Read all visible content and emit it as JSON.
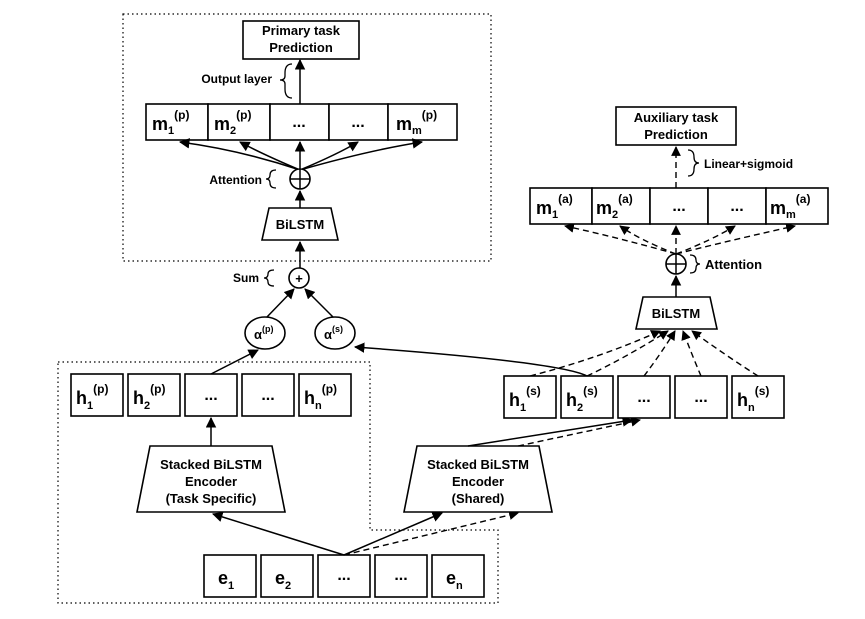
{
  "primary": {
    "prediction_line1": "Primary task",
    "prediction_line2": "Prediction",
    "output_layer_label": "Output layer",
    "attention_label": "Attention",
    "bilstm_label": "BiLSTM",
    "memory": [
      {
        "base": "m",
        "sub": "1",
        "sup": "(p)"
      },
      {
        "base": "m",
        "sub": "2",
        "sup": "(p)"
      },
      {
        "text": "..."
      },
      {
        "text": "..."
      },
      {
        "base": "m",
        "sub": "m",
        "sup": "(p)"
      }
    ]
  },
  "auxiliary": {
    "prediction_line1": "Auxiliary task",
    "prediction_line2": "Prediction",
    "output_label": "Linear+sigmoid",
    "attention_label": "Attention",
    "bilstm_label": "BiLSTM",
    "memory": [
      {
        "base": "m",
        "sub": "1",
        "sup": "(a)"
      },
      {
        "base": "m",
        "sub": "2",
        "sup": "(a)"
      },
      {
        "text": "..."
      },
      {
        "text": "..."
      },
      {
        "base": "m",
        "sub": "m",
        "sup": "(a)"
      }
    ]
  },
  "sum": {
    "label": "Sum",
    "symbol": "+"
  },
  "alpha_p": {
    "base": "α",
    "sup": "(p)"
  },
  "alpha_s": {
    "base": "α",
    "sup": "(s)"
  },
  "task_specific": {
    "hidden": [
      {
        "base": "h",
        "sub": "1",
        "sup": "(p)"
      },
      {
        "base": "h",
        "sub": "2",
        "sup": "(p)"
      },
      {
        "text": "..."
      },
      {
        "text": "..."
      },
      {
        "base": "h",
        "sub": "n",
        "sup": "(p)"
      }
    ],
    "encoder_line1": "Stacked BiLSTM",
    "encoder_line2": "Encoder",
    "encoder_line3": "(Task Specific)"
  },
  "shared": {
    "hidden": [
      {
        "base": "h",
        "sub": "1",
        "sup": "(s)"
      },
      {
        "base": "h",
        "sub": "2",
        "sup": "(s)"
      },
      {
        "text": "..."
      },
      {
        "text": "..."
      },
      {
        "base": "h",
        "sub": "n",
        "sup": "(s)"
      }
    ],
    "encoder_line1": "Stacked BiLSTM",
    "encoder_line2": "Encoder",
    "encoder_line3": "(Shared)"
  },
  "embeddings": [
    {
      "base": "e",
      "sub": "1"
    },
    {
      "base": "e",
      "sub": "2"
    },
    {
      "text": "..."
    },
    {
      "text": "..."
    },
    {
      "base": "e",
      "sub": "n"
    }
  ]
}
